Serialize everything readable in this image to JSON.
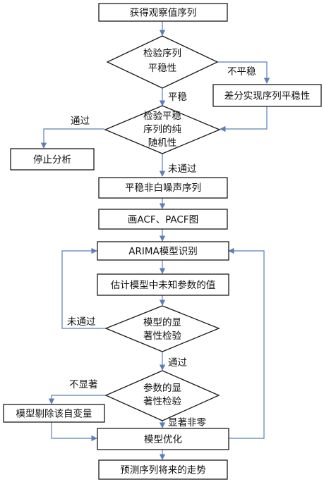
{
  "nodes": {
    "obtain": "获得观察值序列",
    "stationary_test_l1": "检验序列",
    "stationary_test_l2": "平稳性",
    "difference": "差分实现序列平稳性",
    "random_test_l1": "检验平稳",
    "random_test_l2": "序列的纯",
    "random_test_l3": "随机性",
    "stop": "停止分析",
    "nonwhite": "平稳非白噪声序列",
    "acf": "画ACF、PACF图",
    "arima": "ARIMA模型识别",
    "estimate": "估计模型中未知参数的值",
    "model_sig_l1": "模型的显",
    "model_sig_l2": "著性检验",
    "param_sig_l1": "参数的显",
    "param_sig_l2": "著性检验",
    "remove_var": "模型剔除该自变量",
    "optimize": "模型优化",
    "forecast": "预测序列将来的走势"
  },
  "edge_labels": {
    "not_stationary": "不平稳",
    "stationary": "平稳",
    "pass_left": "通过",
    "fail_random": "未通过",
    "fail_model": "未通过",
    "pass_model": "通过",
    "not_significant": "不显著",
    "significant_nonzero": "显著非零"
  }
}
